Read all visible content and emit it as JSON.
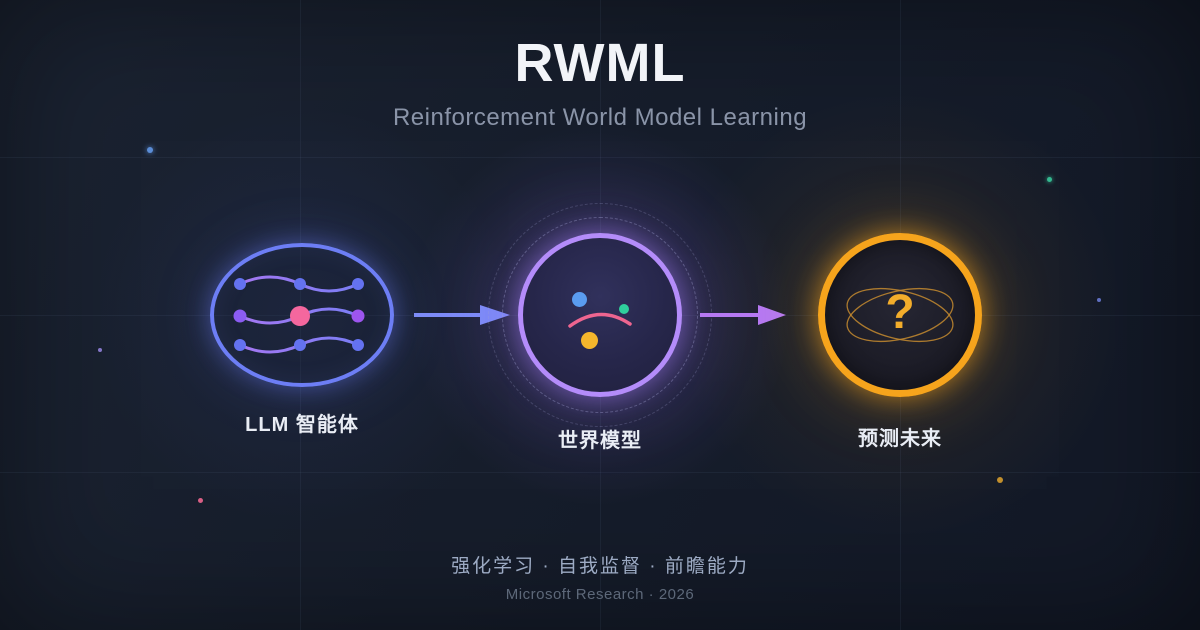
{
  "title": "RWML",
  "subtitle": "Reinforcement World Model Learning",
  "diagram": {
    "nodes": [
      {
        "label": "LLM 智能体",
        "accent": "#6d7ef5",
        "icon": "neural-network-icon"
      },
      {
        "label": "世界模型",
        "accent": "#b48cfa",
        "icon": "world-orbs-icon"
      },
      {
        "label": "预测未来",
        "accent": "#f6a41c",
        "icon": "orbit-ellipses-icon",
        "glyph": "?"
      }
    ],
    "arrows": [
      {
        "name": "agent-to-world",
        "color": "#7d8bf7"
      },
      {
        "name": "world-to-future",
        "color": "#b679f2"
      }
    ]
  },
  "footer": {
    "tagline": "强化学习 · 自我监督 · 前瞻能力",
    "credit": "Microsoft Research · 2026"
  },
  "colors": {
    "background": "#161d2b",
    "title": "#f2f4f8",
    "subtitle": "#8a94a8",
    "label": "#e9edf5",
    "tagline": "#9dabc4",
    "credit": "#5d6879",
    "neural_dot_blue": "#6472f0",
    "neural_dot_purple": "#8b5cf3",
    "neural_dot_pink": "#f4679e",
    "orb_blue": "#5a9cf0",
    "orb_green": "#2fcf9c",
    "orb_yellow": "#f5b62c",
    "arc_pink": "#ee6590"
  }
}
